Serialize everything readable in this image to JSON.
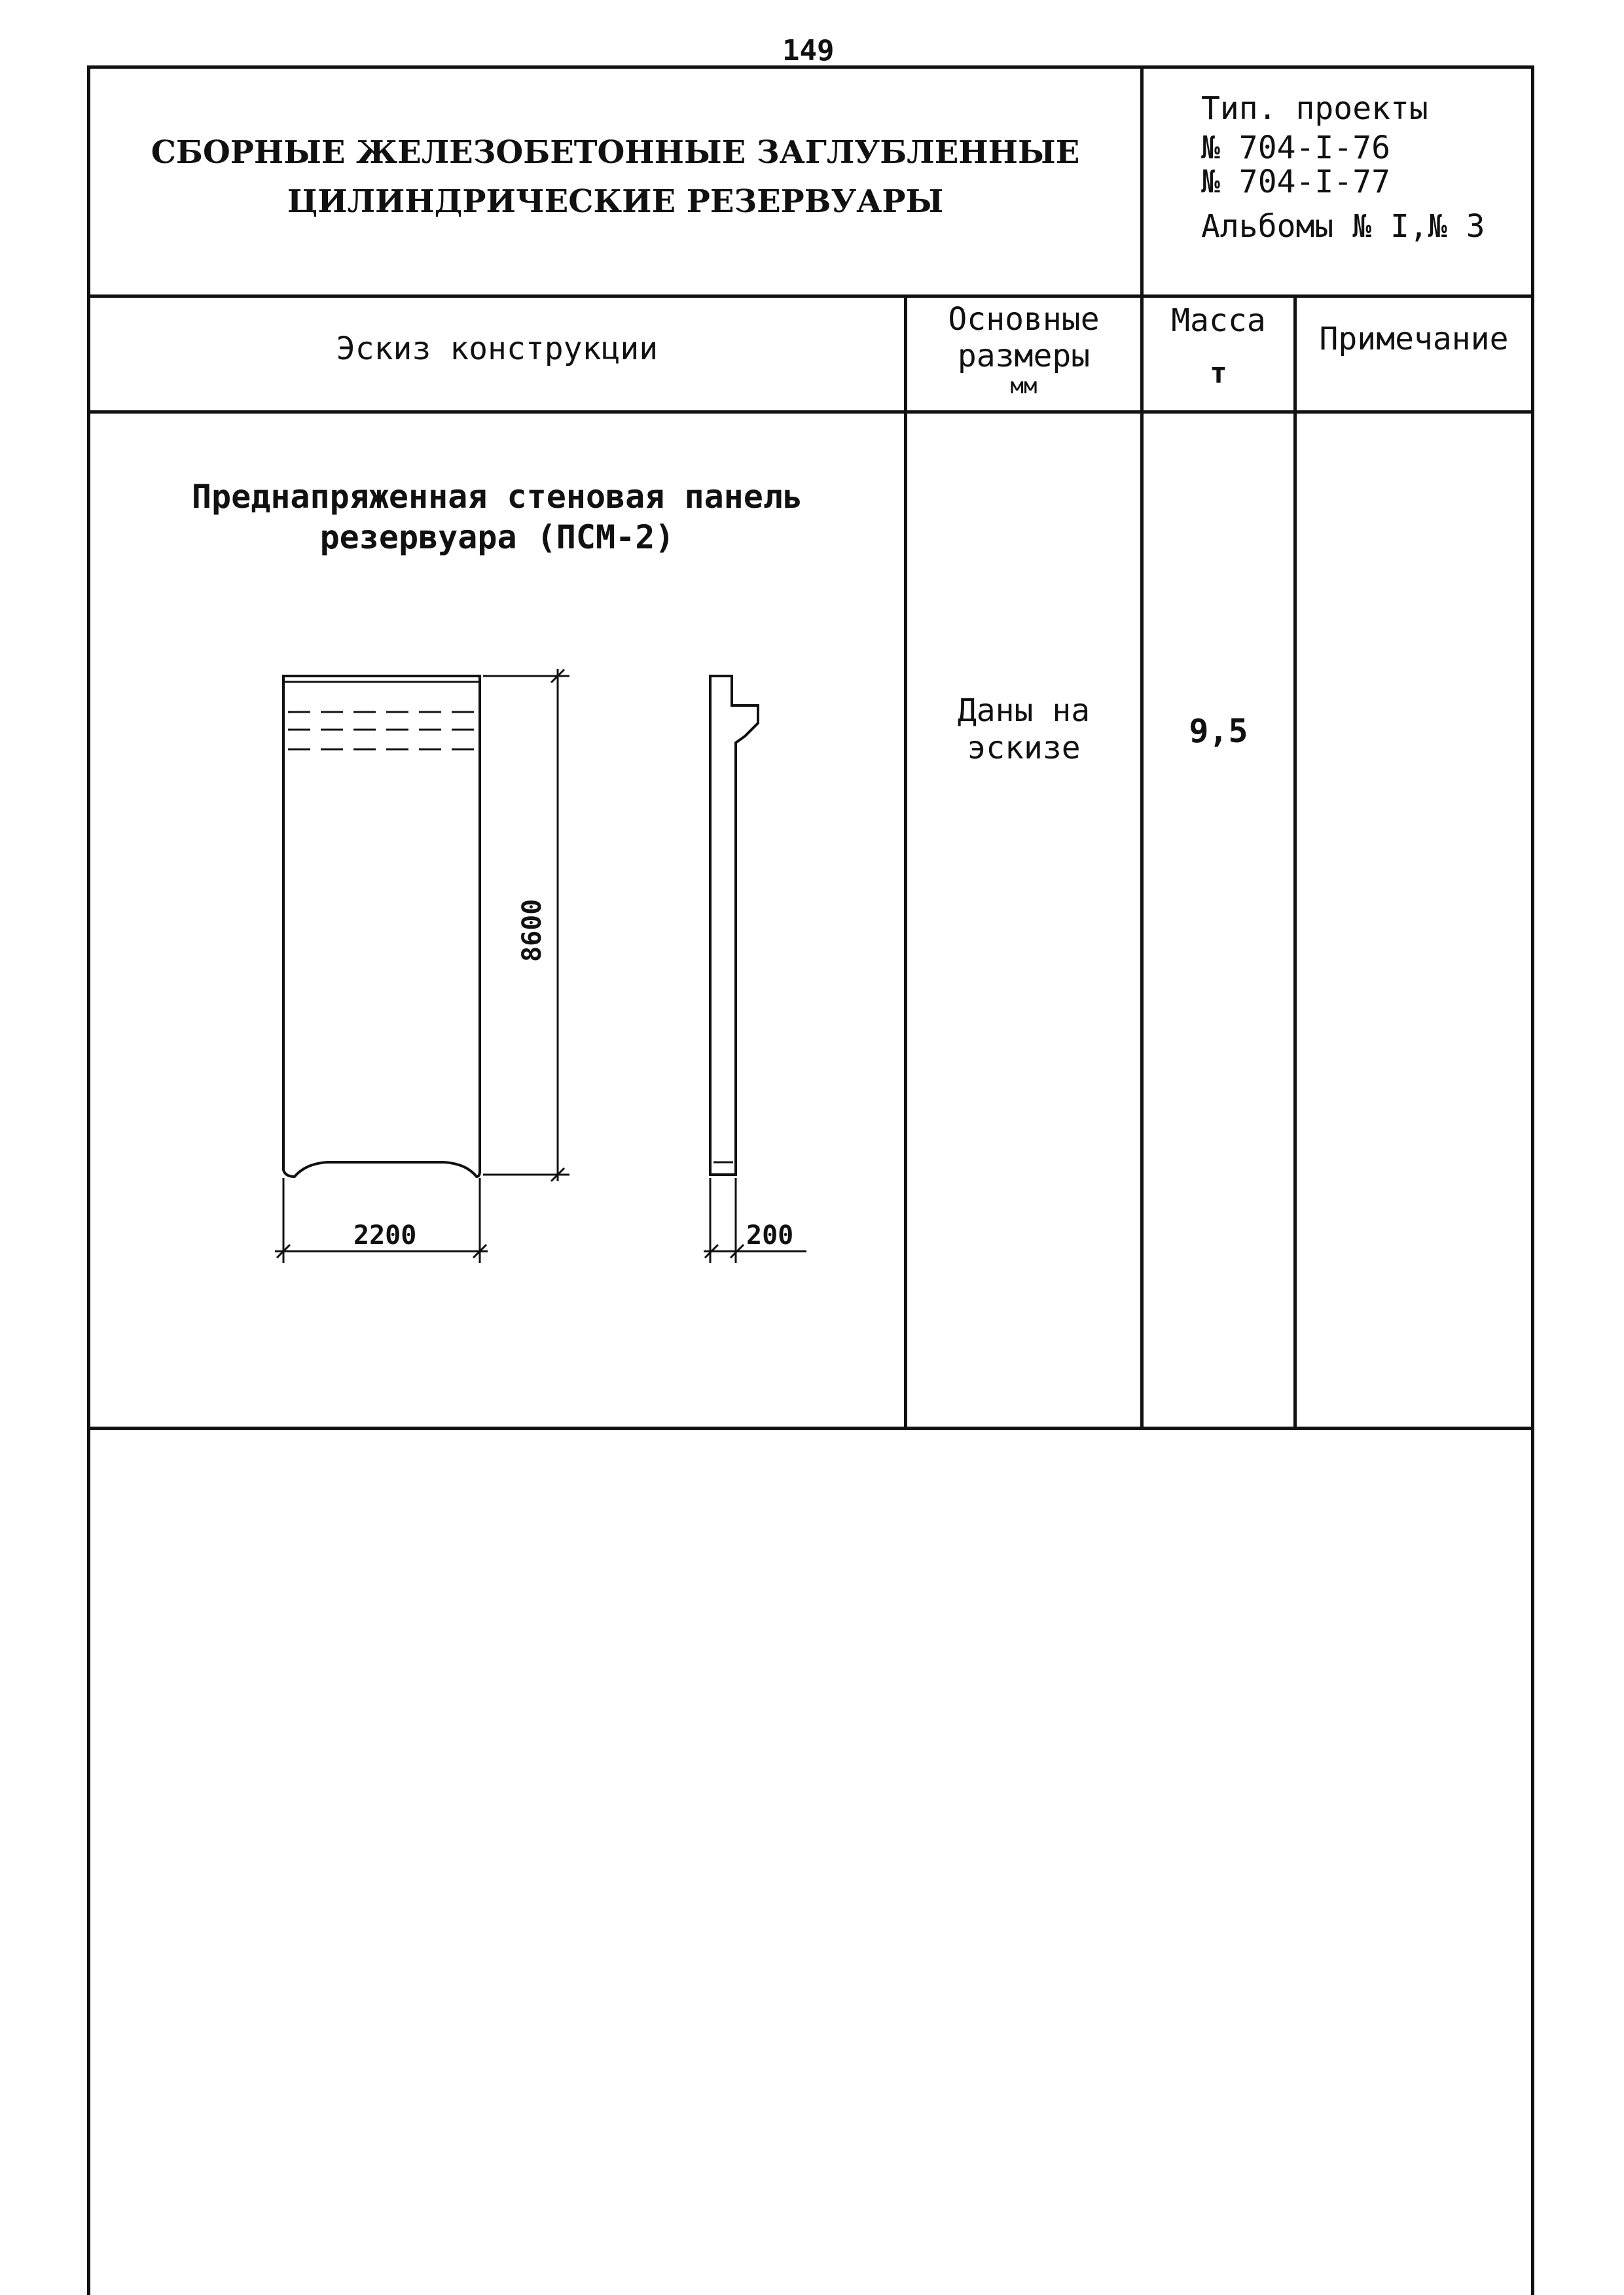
{
  "page_number": "149",
  "header": {
    "title_line1": "СБОРНЫЕ ЖЕЛЕЗОБЕТОННЫЕ ЗАГЛУБЛЕННЫЕ",
    "title_line2": "ЦИЛИНДРИЧЕСКИЕ  РЕЗЕРВУАРЫ",
    "ref_line1": "Тип. проекты",
    "ref_line2": "№  704-I-76",
    "ref_line3": "№  704-I-77",
    "ref_line4": "Альбомы № I,№ 3"
  },
  "table": {
    "columns": {
      "sketch": "Эскиз конструкции",
      "dims_line1": "Основные",
      "dims_line2": "размеры",
      "dims_line3": "мм",
      "mass_line1": "Масса",
      "mass_line2": "т",
      "note": "Примечание"
    },
    "row": {
      "caption_line1": "Преднапряженная стеновая панель",
      "caption_line2": "резервуара   (ПСМ-2)",
      "dims_line1": "Даны  на",
      "dims_line2": "эскизе",
      "mass": "9,5",
      "note": ""
    }
  },
  "drawing": {
    "height_label": "8600",
    "width_label": "2200",
    "thickness_label": "200"
  }
}
